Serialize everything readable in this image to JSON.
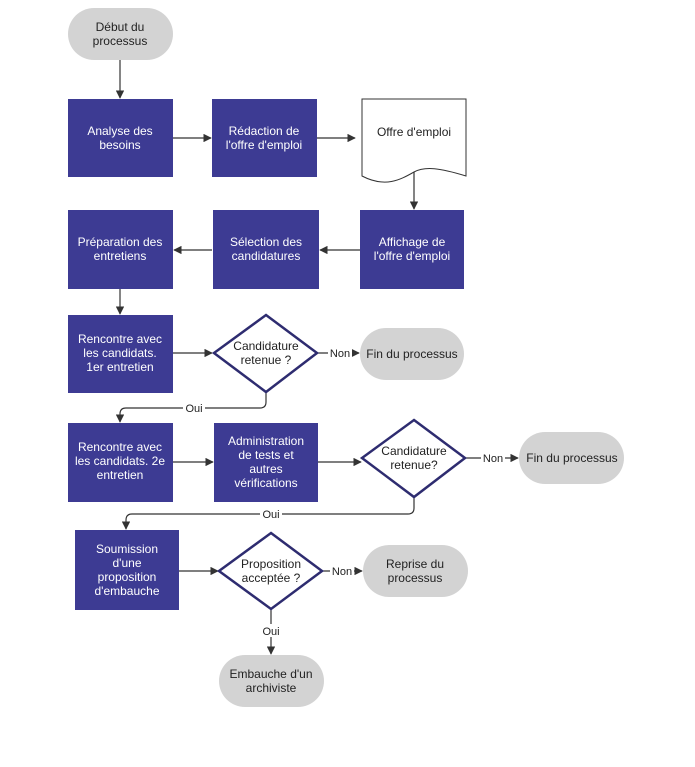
{
  "colors": {
    "process": "#3d3b93",
    "terminal": "#d3d3d3",
    "decision_stroke": "#2e2c70",
    "edge": "#333333",
    "process_text": "#ffffff",
    "dark_text": "#222222"
  },
  "nodes": {
    "start": "Début du\nprocessus",
    "analyse": "Analyse des\nbesoins",
    "redaction": "Rédaction de\nl'offre d'emploi",
    "offre": "Offre d'emploi",
    "affichage": "Affichage de\nl'offre d'emploi",
    "selection": "Sélection des\ncandidatures",
    "preparation": "Préparation des\nentretiens",
    "entretien1": "Rencontre avec\nles candidats.\n1er entretien",
    "decision1": "Candidature\nretenue ?",
    "fin1": "Fin du processus",
    "entretien2": "Rencontre avec\nles candidats. 2e\nentretien",
    "tests": "Administration\nde tests et\nautres\nvérifications",
    "decision2": "Candidature\nretenue?",
    "fin2": "Fin du processus",
    "soumission": "Soumission\nd'une\nproposition\nd'embauche",
    "decision3": "Proposition\nacceptée ?",
    "reprise": "Reprise du\nprocessus",
    "embauche": "Embauche d'un\narchiviste"
  },
  "edge_labels": {
    "non": "Non",
    "oui": "Oui"
  }
}
